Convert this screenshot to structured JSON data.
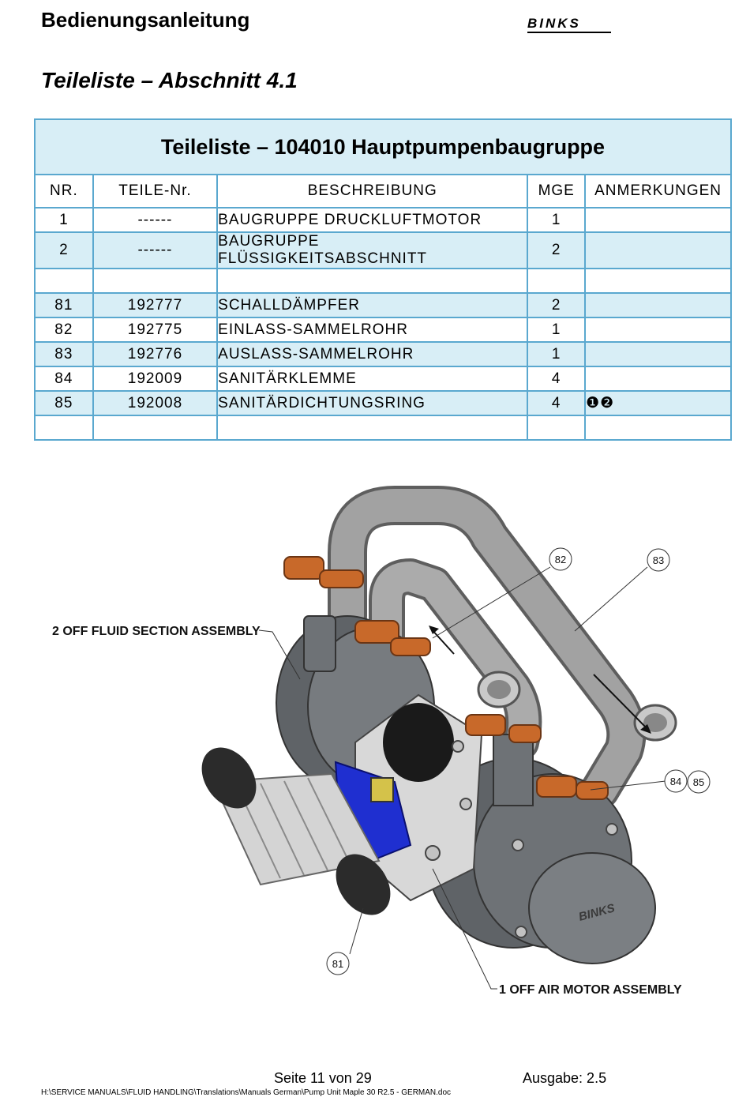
{
  "header": {
    "title": "Bedienungsanleitung",
    "brand": "BINKS"
  },
  "section_title": "Teileliste – Abschnitt 4.1",
  "table": {
    "caption": "Teileliste – 104010 Hauptpumpenbaugruppe",
    "columns": [
      "NR.",
      "TEILE-Nr.",
      "BESCHREIBUNG",
      "MGE",
      "ANMERKUNGEN"
    ],
    "rows": [
      {
        "nr": "1",
        "teil": "------",
        "desc": "BAUGRUPPE DRUCKLUFTMOTOR",
        "mge": "1",
        "notes": ""
      },
      {
        "nr": "2",
        "teil": "------",
        "desc": "BAUGRUPPE FLÜSSIGKEITSABSCHNITT",
        "mge": "2",
        "notes": ""
      },
      {
        "nr": "",
        "teil": "",
        "desc": "",
        "mge": "",
        "notes": ""
      },
      {
        "nr": "81",
        "teil": "192777",
        "desc": "SCHALLDÄMPFER",
        "mge": "2",
        "notes": ""
      },
      {
        "nr": "82",
        "teil": "192775",
        "desc": "EINLASS-SAMMELROHR",
        "mge": "1",
        "notes": ""
      },
      {
        "nr": "83",
        "teil": "192776",
        "desc": "AUSLASS-SAMMELROHR",
        "mge": "1",
        "notes": ""
      },
      {
        "nr": "84",
        "teil": "192009",
        "desc": "SANITÄRKLEMME",
        "mge": "4",
        "notes": ""
      },
      {
        "nr": "85",
        "teil": "192008",
        "desc": "SANITÄRDICHTUNGSRING",
        "mge": "4",
        "notes": "❶❷"
      },
      {
        "nr": "",
        "teil": "",
        "desc": "",
        "mge": "",
        "notes": ""
      }
    ]
  },
  "drawing": {
    "label_fluid": "2 OFF FLUID SECTION ASSEMBLY",
    "label_air": "1 OFF AIR MOTOR ASSEMBLY",
    "callouts": [
      "82",
      "83",
      "84",
      "85",
      "81"
    ],
    "cap_brand": "BINKS",
    "colors": {
      "pipe": "#9a9a9a",
      "body": "#6e7276",
      "clamp": "#c8692a",
      "valve": "#1f2fd0",
      "silencer": "#d4d4d4"
    }
  },
  "footer": {
    "page": "Seite 11 von 29",
    "edition": "Ausgabe: 2.5",
    "path": "H:\\SERVICE MANUALS\\FLUID HANDLING\\Translations\\Manuals German\\Pump Unit Maple 30 R2.5 - GERMAN.doc"
  }
}
